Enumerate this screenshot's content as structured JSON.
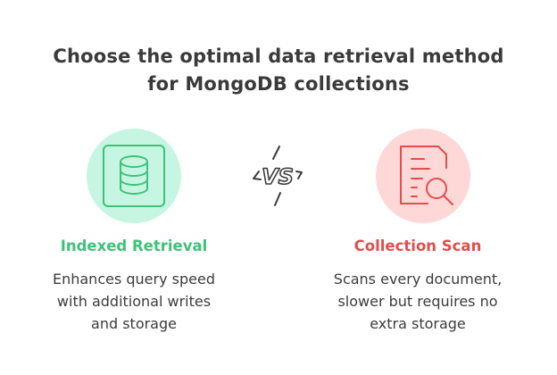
{
  "title": {
    "line1": "Choose the optimal data retrieval method",
    "line2": "for MongoDB collections"
  },
  "colors": {
    "green": "#3ec27a",
    "green_bg": "#c6f6e1",
    "red": "#e24d4d",
    "red_bg": "#fed7d7",
    "text": "#3c3c3c"
  },
  "left": {
    "icon": "database-icon",
    "label": "Indexed Retrieval",
    "description": [
      "Enhances query speed",
      "with additional writes",
      "and storage"
    ]
  },
  "vs": {
    "icon": "vs-icon",
    "text": "VS"
  },
  "right": {
    "icon": "document-search-icon",
    "label": "Collection Scan",
    "description": [
      "Scans every document,",
      "slower but requires no",
      "extra storage"
    ]
  }
}
